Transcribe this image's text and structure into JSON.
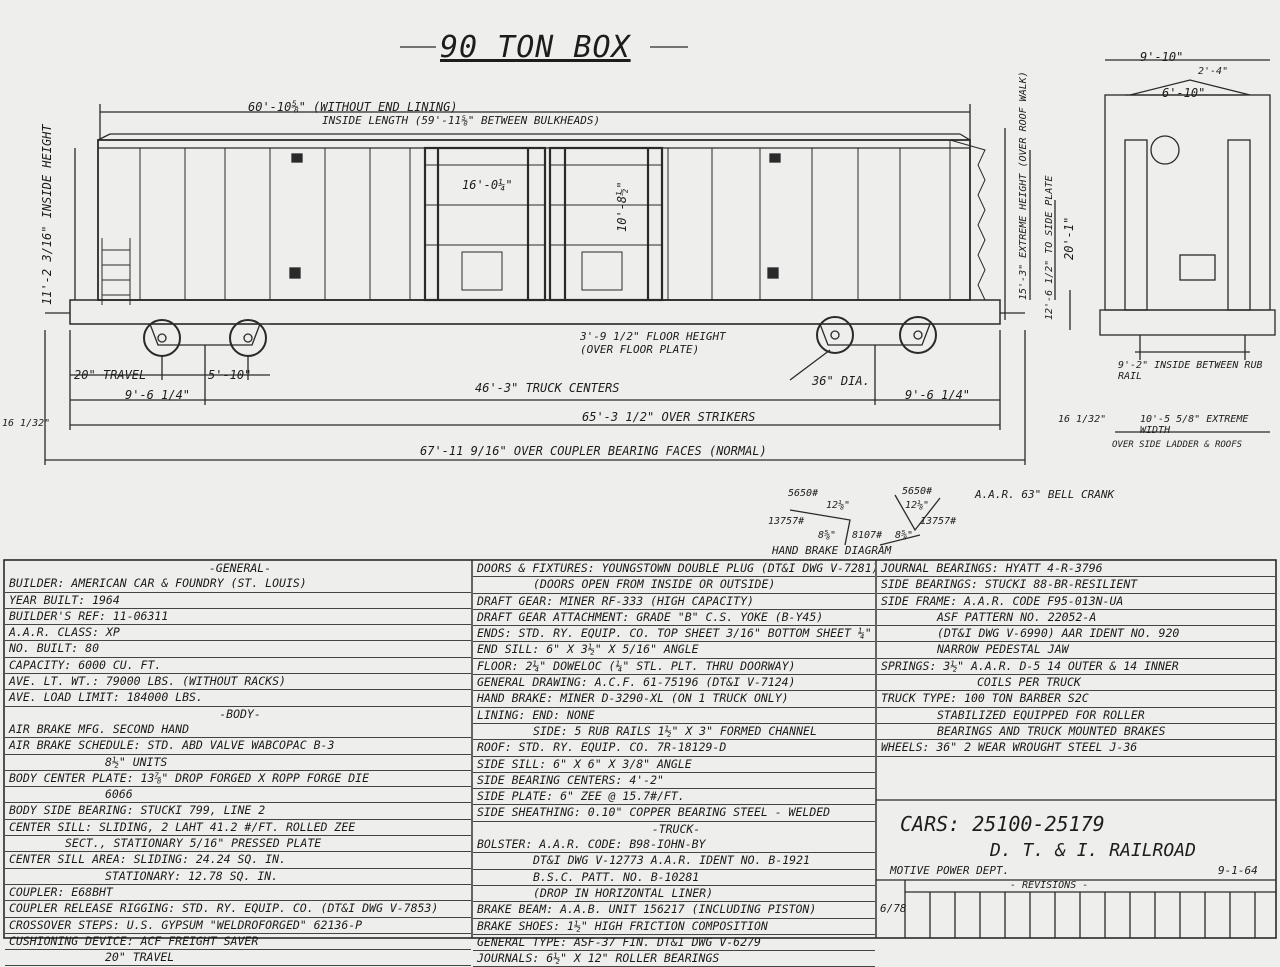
{
  "drawing_title": "90 TON BOX",
  "side_view": {
    "inside_length": "60'-10⅝\" (WITHOUT END LINING)",
    "inside_length_note": "INSIDE LENGTH (59'-11⅝\" BETWEEN BULKHEADS)",
    "inside_height": "11'-2 3/16\" INSIDE HEIGHT",
    "door_width": "16'-0¼\"",
    "door_height": "10'-8½\"",
    "extreme_height": "15'-3\" EXTREME HEIGHT (OVER ROOF WALK)",
    "to_side_plate": "12'-6 1/2\" TO SIDE PLATE",
    "to_eave": "20'-1\"",
    "floor_height": "3'-9 1/2\" FLOOR HEIGHT (OVER FLOOR PLATE)",
    "travel": "20\" TRAVEL",
    "axle_spacing": "5'-10\"",
    "wheel_dia": "36\" DIA.",
    "truck_overhang_left": "9'-6 1/4\"",
    "truck_centers": "46'-3\" TRUCK CENTERS",
    "truck_overhang_right": "9'-6 1/4\"",
    "over_strikers": "65'-3 1/2\" OVER STRIKERS",
    "left_offset": "16 1/32\"",
    "right_offset": "16 1/32\"",
    "over_coupler": "67'-11 9/16\" OVER COUPLER BEARING FACES (NORMAL)"
  },
  "end_view": {
    "top_width": "9'-10\"",
    "top_sub": "2'-4\"",
    "roof_width": "6'-10\"",
    "between_rub_rail": "9'-2\" INSIDE BETWEEN RUB RAIL",
    "extreme_width": "10'-5 5/8\" EXTREME WIDTH",
    "over_side_ladder": "OVER SIDE LADDER & ROOFS"
  },
  "hand_brake_diagram": {
    "label": "HAND BRAKE DIAGRAM",
    "crank": "A.A.R. 63\" BELL CRANK",
    "v1": "5650#",
    "v2": "12⅛\"",
    "v3": "13757#",
    "v4": "8⅝\"",
    "v5": "8107#",
    "v6": "5650#",
    "v7": "12⅛\"",
    "v8": "13757#",
    "v9": "8⅝\""
  },
  "general": {
    "header": "-GENERAL-",
    "rows": [
      "BUILDER: AMERICAN CAR & FOUNDRY (ST. LOUIS)",
      "YEAR BUILT: 1964",
      "BUILDER'S REF: 11-06311",
      "A.A.R. CLASS: XP",
      "NO. BUILT: 80",
      "CAPACITY: 6000 CU. FT.",
      "AVE. LT. WT.: 79000 LBS. (WITHOUT RACKS)",
      "AVE. LOAD LIMIT: 184000 LBS."
    ],
    "body_header": "-BODY-",
    "body_rows": [
      "AIR BRAKE MFG. SECOND HAND",
      "AIR BRAKE SCHEDULE: STD. ABD VALVE WABCOPAC B-3",
      "8½\" UNITS",
      "BODY CENTER PLATE: 13⅞\" DROP FORGED X ROPP FORGE DIE",
      "6066",
      "BODY SIDE BEARING: STUCKI 799, LINE 2",
      "CENTER SILL: SLIDING, 2 LAHT 41.2 #/FT. ROLLED ZEE",
      "SECT., STATIONARY 5/16\" PRESSED PLATE",
      "CENTER SILL AREA: SLIDING: 24.24 SQ. IN.",
      "STATIONARY: 12.78 SQ. IN.",
      "COUPLER: E68BHT",
      "COUPLER RELEASE RIGGING: STD. RY. EQUIP. CO. (DT&I DWG V-7853)",
      "CROSSOVER STEPS: U.S. GYPSUM \"WELDROFORGED\" 62136-P",
      "CUSHIONING DEVICE: ACF FREIGHT SAVER",
      "20\" TRAVEL"
    ]
  },
  "middle": {
    "rows": [
      "DOORS & FIXTURES: YOUNGSTOWN DOUBLE PLUG (DT&I DWG V-7281)",
      "(DOORS OPEN FROM INSIDE OR OUTSIDE)",
      "DRAFT GEAR: MINER RF-333 (HIGH CAPACITY)",
      "DRAFT GEAR ATTACHMENT: GRADE \"B\" C.S. YOKE (B-Y45)",
      "ENDS: STD. RY. EQUIP. CO. TOP SHEET 3/16\" BOTTOM SHEET ¼\"",
      "END SILL: 6\" X 3½\" X 5/16\" ANGLE",
      "FLOOR: 2¼\" DOWELOC (¼\" STL. PLT. THRU DOORWAY)",
      "GENERAL DRAWING: A.C.F. 61-75196 (DT&I V-7124)",
      "HAND BRAKE: MINER D-3290-XL (ON 1 TRUCK ONLY)",
      "LINING: END: NONE",
      "SIDE: 5 RUB RAILS 1½\" X 3\" FORMED CHANNEL",
      "ROOF: STD. RY. EQUIP. CO. 7R-18129-D",
      "SIDE SILL: 6\" X 6\" X 3/8\" ANGLE",
      "SIDE BEARING CENTERS: 4'-2\"",
      "SIDE PLATE: 6\" ZEE @ 15.7#/FT.",
      "SIDE SHEATHING: 0.10\" COPPER BEARING STEEL - WELDED"
    ],
    "truck_header": "-TRUCK-",
    "truck_rows": [
      "BOLSTER: A.A.R. CODE: B98-IOHN-BY",
      "DT&I DWG V-12773 A.A.R. IDENT NO. B-1921",
      "B.S.C. PATT. NO. B-10281",
      "(DROP IN HORIZONTAL LINER)",
      "BRAKE BEAM: A.A.B. UNIT 156217 (INCLUDING PISTON)",
      "BRAKE SHOES: 1½\" HIGH FRICTION COMPOSITION",
      "GENERAL TYPE: ASF-37 FIN. DT&I DWG V-6279",
      "JOURNALS: 6½\" X 12\" ROLLER BEARINGS"
    ]
  },
  "right": {
    "rows": [
      "JOURNAL BEARINGS: HYATT 4-R-3796",
      "SIDE BEARINGS: STUCKI 88-BR-RESILIENT",
      "SIDE FRAME: A.A.R. CODE F95-013N-UA",
      "ASF PATTERN NO. 22052-A",
      "(DT&I DWG V-6990) AAR IDENT NO. 920",
      "NARROW PEDESTAL JAW",
      "SPRINGS: 3½\" A.A.R. D-5 14 OUTER & 14 INNER",
      "COILS PER TRUCK",
      "TRUCK TYPE: 100 TON BARBER S2C",
      "STABILIZED EQUIPPED FOR ROLLER",
      "BEARINGS AND TRUCK MOUNTED BRAKES",
      "WHEELS: 36\" 2 WEAR WROUGHT STEEL J-36"
    ]
  },
  "title_block": {
    "cars": "CARS: 25100-25179",
    "railroad": "D. T. & I. RAILROAD",
    "dept": "MOTIVE POWER DEPT.",
    "date": "9-1-64",
    "revisions": "- REVISIONS -",
    "rev_mark": "6/78"
  }
}
